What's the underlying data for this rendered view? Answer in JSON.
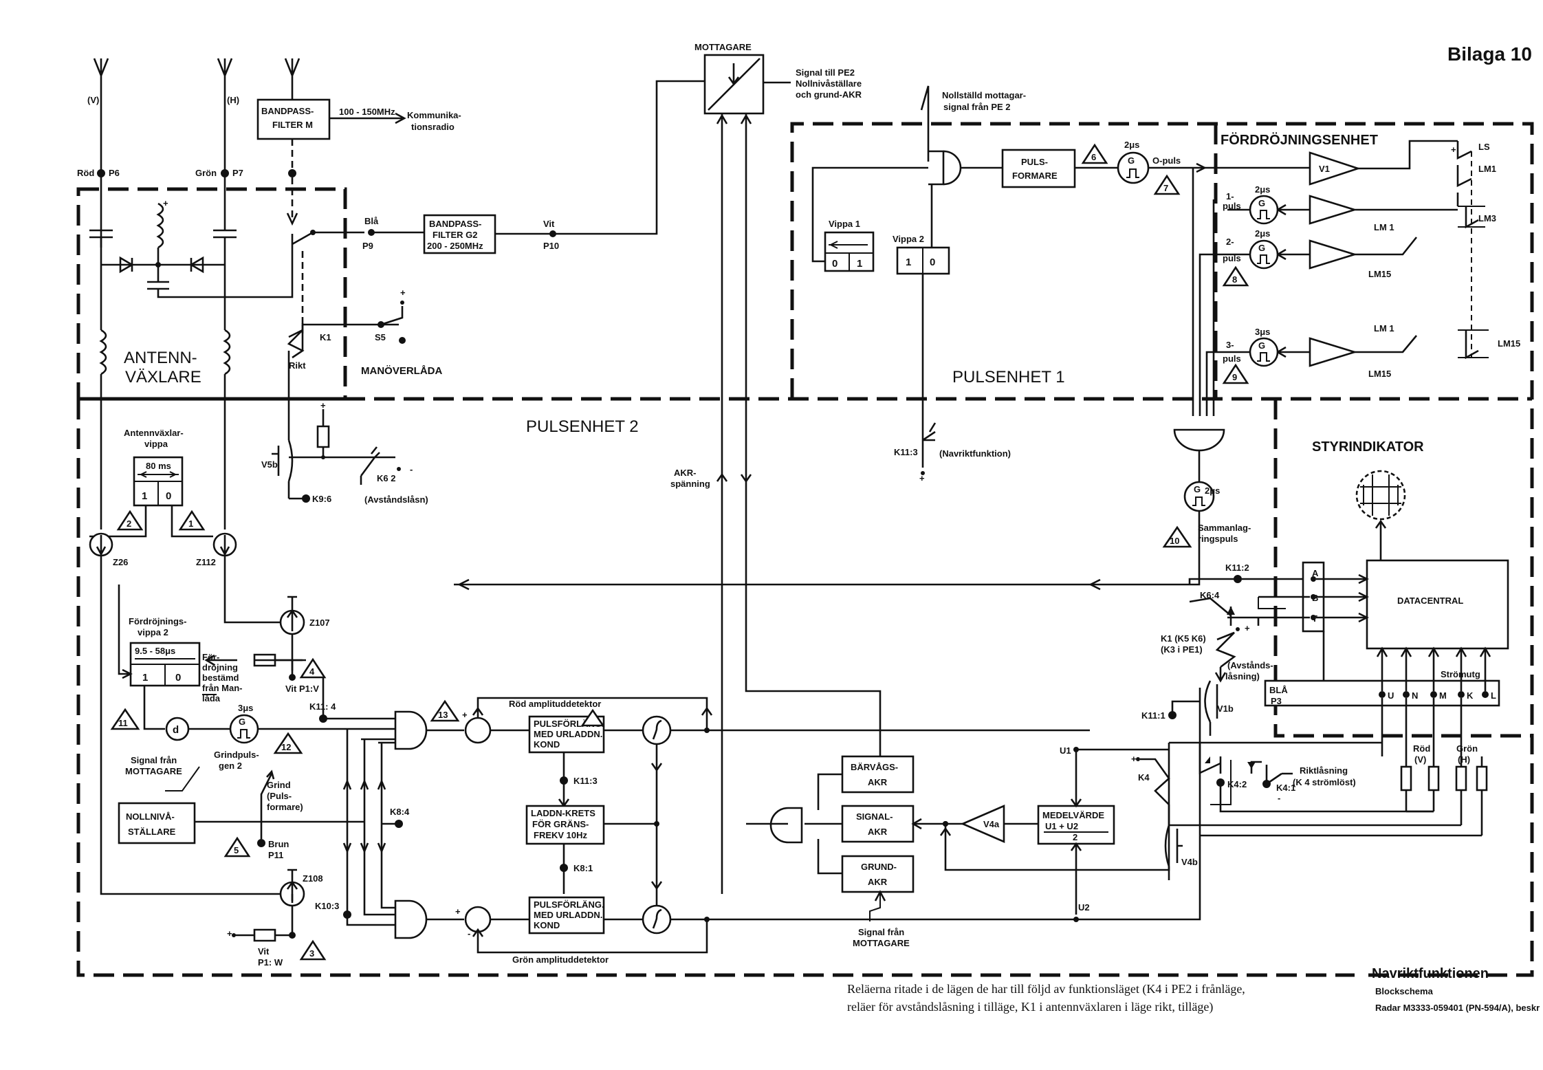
{
  "sheet": {
    "appendix": "Bilaga 10",
    "title": "Navriktfunktionen",
    "subtitle": "Blockschema",
    "reference": "Radar M3333-059401 (PN-594/A), beskr",
    "caption_line1": "Reläerna ritade i de lägen de har till följd av funktionsläget (K4 i PE2 i frånläge,",
    "caption_line2": "reläer för avståndslåsning i tilläge, K1 i antennväxlaren i läge rikt, tilläge)"
  },
  "regions": {
    "antennvaxlare_1": "ANTENN-",
    "antennvaxlare_2": "VÄXLARE",
    "manoverlada": "MANÖVERLÅDA",
    "pulsenhet1": "PULSENHET 1",
    "pulsenhet2": "PULSENHET 2",
    "fordrojningsenhet": "FÖRDRÖJNINGSENHET",
    "styrindikator": "STYRINDIKATOR"
  },
  "antennas": {
    "v": "(V)",
    "h": "(H)",
    "rod_p6": "Röd",
    "p6": "P6",
    "gron_p7": "Grön",
    "p7": "P7"
  },
  "blocks": {
    "bp_m_1": "BANDPASS-",
    "bp_m_2": "FILTER  M",
    "bp_m_freq": "100 - 150MHz",
    "komm_1": "Kommunika-",
    "komm_2": "tionsradio",
    "bp_g2_1": "BANDPASS-",
    "bp_g2_2": "FILTER  G2",
    "bp_g2_3": "200 - 250MHz",
    "bla": "Blå",
    "p9": "P9",
    "vit": "Vit",
    "p10": "P10",
    "mottagare": "MOTTAGARE",
    "sig_pe2_1": "Signal till  PE2",
    "sig_pe2_2": "Nollnivåställare",
    "sig_pe2_3": "och grund-AKR",
    "noll_1": "Nollställd mottagar-",
    "noll_2": "signal  från PE 2",
    "pulsformare_1": "PULS-",
    "pulsformare_2": "FORMARE",
    "vippa1": "Vippa 1",
    "vippa2": "Vippa 2",
    "zero": "0",
    "one": "1",
    "two_us": "2μs",
    "three_us": "3μs",
    "g": "G",
    "o_puls": "O-puls",
    "puls1_a": "1-",
    "puls1_b": "puls",
    "puls2_a": "2-",
    "puls2_b": "puls",
    "puls3_a": "3-",
    "puls3_b": "puls",
    "v1": "V1",
    "ls": "LS",
    "lm1": "LM1",
    "lm3": "LM3",
    "lm15": "LM15",
    "lm1_b": "LM 1",
    "lm15_b": "LM15",
    "k1": "K1",
    "rikt": "Rikt",
    "s5": "S5",
    "k11_3a": "K11:3",
    "navrikt": "(Navriktfunktion)",
    "v5b": "V5b",
    "k9_6": "K9:6",
    "k6_2": "K6 2",
    "avstlasn": "(Avståndslåsn)",
    "antvippa_1": "Antennväxlar-",
    "antvippa_2": "vippa",
    "ms80": "80 ms",
    "z26": "Z26",
    "z112": "Z112",
    "z107": "Z107",
    "z108": "Z108",
    "akr_1": "AKR-",
    "akr_2": "spänning",
    "samman_1": "Sammanlag-",
    "samman_2": "ringspuls",
    "fordr_vippa_1": "Fördröjnings-",
    "fordr_vippa_2": "vippa  2",
    "fordr_time": "9.5 - 58μs",
    "fordr_txt_1": "För-",
    "fordr_txt_2": "dröjning",
    "fordr_txt_3": "bestämd",
    "fordr_txt_4": "från Man-",
    "fordr_txt_5": "låda",
    "vit_p1v": "Vit  P1:V",
    "grind_1": "Grindpuls-",
    "grind_2": "gen 2",
    "k11_4": "K11: 4",
    "sig_mott_1": "Signal från",
    "sig_mott_2": "MOTTAGARE",
    "grind_p_1": "Grind",
    "grind_p_2": "(Puls-",
    "grind_p_3": "formare)",
    "nollniva_1": "NOLLNIVÅ-",
    "nollniva_2": "STÄLLARE",
    "brun": "Brun",
    "p11": "P11",
    "k8_4": "K8:4",
    "k10_3": "K10:3",
    "vit_p1w_1": "Vit",
    "vit_p1w_2": "P1: W",
    "rod_amp": "Röd  amplituddetektor",
    "gron_amp": "Grön  amplituddetektor",
    "pulsf_1": "PULSFÖRLÄNG.",
    "pulsf_2": "MED URLADDN.",
    "pulsf_3": "KOND",
    "k11_3b": "K11:3",
    "ladd_1": "LADDN-KRETS",
    "ladd_2": "FÖR GRÄNS-",
    "ladd_3": "FREKV  10Hz",
    "k8_1": "K8:1",
    "barvag_1": "BÄRVÅGS-",
    "barvag_2": "AKR",
    "signal_1": "SIGNAL-",
    "signal_2": "AKR",
    "grund_1": "GRUND-",
    "grund_2": "AKR",
    "sig_mott2_1": "Signal  från",
    "sig_mott2_2": "MOTTAGARE",
    "v4a": "V4a",
    "v4b": "V4b",
    "medel_1": "MEDELVÄRDE",
    "medel_2": "U1  +  U2",
    "medel_3": "2",
    "u1": "U1",
    "u2": "U2",
    "k4": "K4",
    "k4_2": "K4:2",
    "k4_1": "K4:1",
    "riktlas_1": "Riktlåsning",
    "riktlas_2": "(K 4 strömlöst)",
    "k11_2": "K11:2",
    "k6_4": "K6:4",
    "k1k5_1": "K1 (K5 K6)",
    "k1k5_2": "(K3 i PE1)",
    "avst_1": "(Avstånds-",
    "avst_2": "låsning)",
    "k11_1": "K11:1",
    "v1b": "V1b",
    "datacentral": "DATACENTRAL",
    "a": "A",
    "b": "B",
    "t": "T",
    "stromutg": "Strömutg",
    "bla_p3_1": "BLÅ",
    "bla_p3_2": "P3",
    "u": "U",
    "n": "N",
    "m": "M",
    "k": "K",
    "l": "L",
    "rod_v_1": "Röd",
    "rod_v_2": "(V)",
    "gron_h_1": "Grön",
    "gron_h_2": "(H)",
    "d": "d",
    "plus": "+",
    "minus": "-"
  },
  "markers": [
    "1",
    "2",
    "3",
    "4",
    "5",
    "6",
    "7",
    "8",
    "9",
    "10",
    "11",
    "12",
    "13"
  ]
}
